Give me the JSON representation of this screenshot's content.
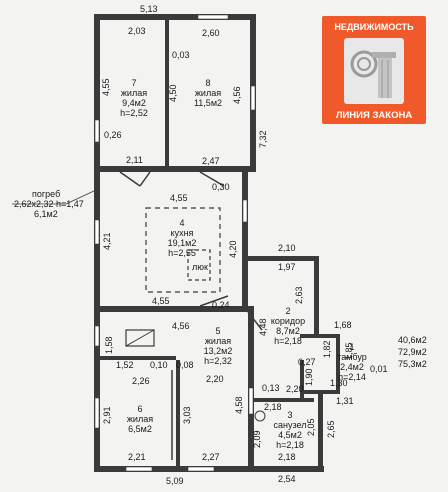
{
  "dims": {
    "top": "5,13",
    "top_left": "2,03",
    "top_right": "2,60",
    "inner_t": "0,03",
    "left_a": "4,55",
    "mid_a": "4,50",
    "mid_b": "4,56",
    "right_a": "7,32",
    "w026": "0,26",
    "w211": "2,11",
    "w247": "2,47",
    "w455": "4,55",
    "w030": "0,30",
    "left_k": "4,21",
    "right_k": "4,20",
    "w210": "2,10",
    "w197": "1,97",
    "w263": "2,63",
    "w455b": "4,55",
    "w024": "0,24",
    "w456": "4,56",
    "w158": "1,58",
    "w152": "1,52",
    "w010": "0,10",
    "w008": "0,08",
    "w226": "2,26",
    "w220": "2,20",
    "w291": "2,91",
    "w303": "3,03",
    "w458": "4,58",
    "w448": "4,48",
    "w168": "1,68",
    "w185": "1,85",
    "w182": "1,82",
    "w027": "0,27",
    "w190": "1,90",
    "w130": "1,30",
    "w131": "1,31",
    "w001": "0,01",
    "w013": "0,13",
    "w220b": "2,20",
    "w218": "2,18",
    "w209": "2,09",
    "w205": "2,05",
    "w265": "2,65",
    "w221": "2,21",
    "w227": "2,27",
    "bottom": "5,09",
    "bottom_r": "2,54",
    "w218b": "2,18"
  },
  "rooms": [
    {
      "num": "7",
      "name": "жилая",
      "area": "9,4м2",
      "h": "h=2,52"
    },
    {
      "num": "8",
      "name": "жилая",
      "area": "11,5м2",
      "h": ""
    },
    {
      "num": "4",
      "name": "кухня",
      "area": "19,1м2",
      "h": "h=2,55"
    },
    {
      "num": "2",
      "name": "коридор",
      "area": "8,7м2",
      "h": "h=2,18"
    },
    {
      "num": "5",
      "name": "жилая",
      "area": "13,2м2",
      "h": "h=2,32"
    },
    {
      "num": "1",
      "name": "тамбур",
      "area": "2,4м2",
      "h": "h=2,14"
    },
    {
      "num": "6",
      "name": "жилая",
      "area": "6,5м2",
      "h": ""
    },
    {
      "num": "3",
      "name": "санузел",
      "area": "4,5м2",
      "h": "h=2,18"
    }
  ],
  "pogreb": {
    "title": "погреб",
    "size": "2,62x2,32 h=1,47",
    "area": "6,1м2"
  },
  "hatch": "люк",
  "totals": [
    "40,6м2",
    "72,9м2",
    "75,3м2"
  ],
  "logo": {
    "line1": "НЕДВИЖИМОСТЬ",
    "line2": "ЛИНИЯ ЗАКОНА"
  },
  "colors": {
    "brand": "#f05a2a",
    "wall": "#3a3a3a"
  }
}
